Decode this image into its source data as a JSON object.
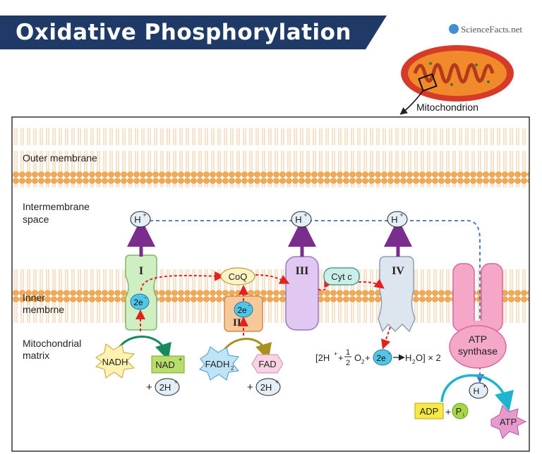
{
  "title": "Oxidative Phosphorylation",
  "brand": "ScienceFacts.net",
  "mitochondrion_label": "Mitochondrion",
  "regions": {
    "outer_membrane": "Outer membrane",
    "intermembrane_1": "Intermembrane",
    "intermembrane_2": "space",
    "inner_1": "Inner",
    "inner_2": "membrne",
    "matrix_1": "Mitochondrial",
    "matrix_2": "matrix"
  },
  "complexes": {
    "c1": "I",
    "c2": "II",
    "c3": "III",
    "c4": "IV",
    "coq": "CoQ",
    "cytc": "Cyt c",
    "atp_synthase_1": "ATP",
    "atp_synthase_2": "synthase"
  },
  "ions": {
    "h": "H",
    "plus": "+",
    "e": "2e",
    "minus": "-"
  },
  "molecules": {
    "nadh": "NADH",
    "nad": "NAD",
    "fadh": "FADH",
    "fadh_sub": "2",
    "fad": "FAD",
    "plus_2h": "+",
    "two_h": "2H",
    "adp": "ADP",
    "pi": "P",
    "pi_sub": "i",
    "atp": "ATP"
  },
  "equation": {
    "open": "[2H",
    "plus1": "+",
    "num": "1",
    "den": "2",
    "o2": "O",
    "sub2": "2",
    "plus2": "+",
    "h2o_open": "H",
    "h2o_sub": "2",
    "h2o_close": "O] × 2"
  },
  "colors": {
    "title_bg": "#1f3a66",
    "membrane_head": "#f2a952",
    "proton_arrow": "#7b2d8e",
    "electron_path": "#e3211f",
    "proton_return": "#3d6fc4",
    "nadh_arrow": "#168a5c",
    "fadh_arrow": "#a8911f",
    "adp_arrow": "#1cb4cf"
  }
}
